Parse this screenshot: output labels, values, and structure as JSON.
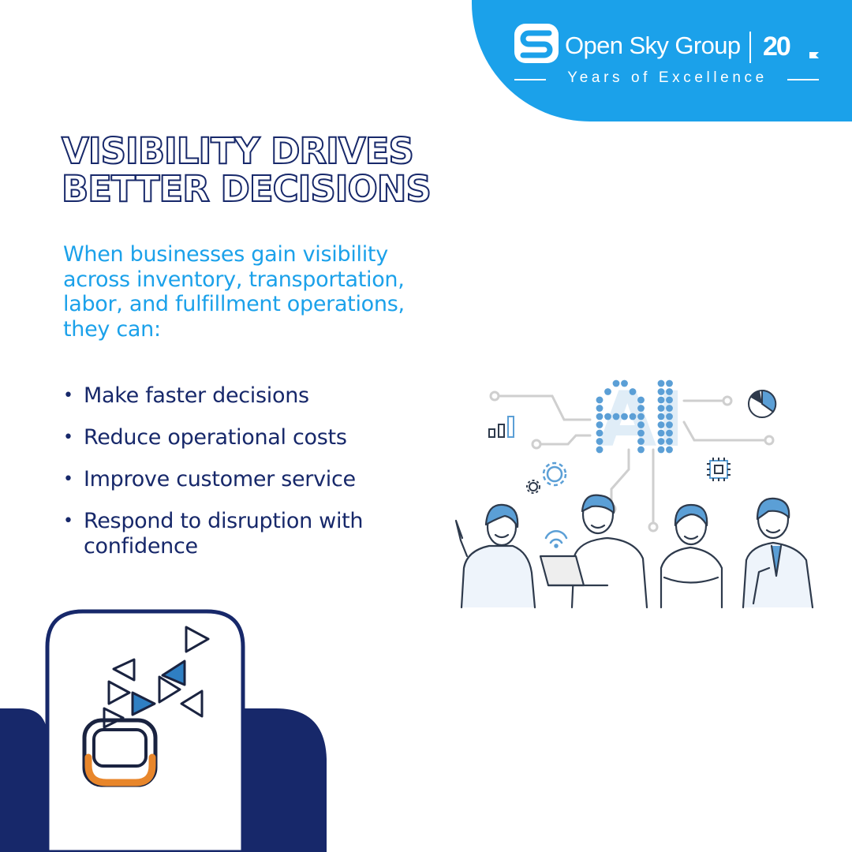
{
  "brand": {
    "logo_icon": "open-sky-s-logo",
    "name": "Open Sky Group",
    "anniversary_number": "20",
    "tagline": "Years of Excellence"
  },
  "headline": {
    "line1": "VISIBILITY DRIVES",
    "line2": "BETTER DECISIONS"
  },
  "intro": "When businesses gain visibility across inventory, transportation, labor, and fulfillment operations, they can:",
  "benefits": [
    "Make faster decisions",
    "Reduce operational costs",
    "Improve customer service",
    "Respond to disruption with confidence"
  ],
  "illustration": {
    "label": "AI",
    "icons": [
      "bar-chart-icon",
      "pie-chart-icon",
      "gear-icon",
      "microchip-icon",
      "wifi-icon",
      "laptop-icon"
    ]
  },
  "colors": {
    "accent_blue": "#1ba1ea",
    "navy": "#17286a",
    "orange": "#e8862b",
    "illustration_blue": "#5b9fd6",
    "white": "#ffffff"
  }
}
